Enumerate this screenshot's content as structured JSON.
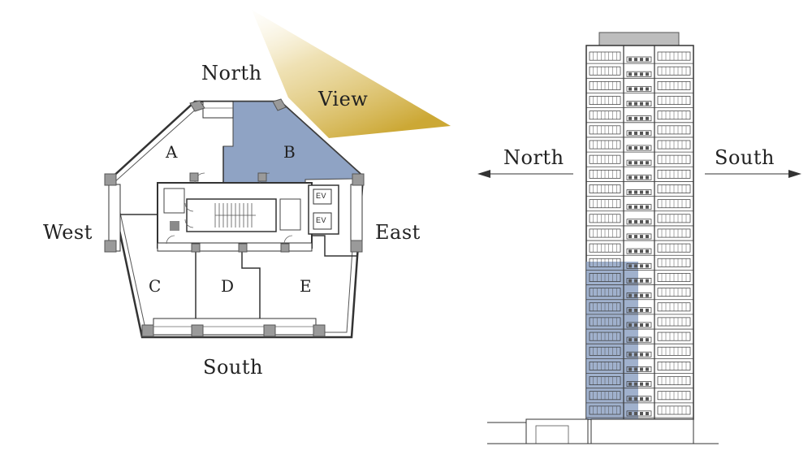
{
  "floorplan": {
    "directions": {
      "north": "North",
      "south": "South",
      "west": "West",
      "east": "East"
    },
    "view_label": "View",
    "units": [
      "A",
      "B",
      "C",
      "D",
      "E"
    ],
    "elevator_label": "EV",
    "highlighted_unit": "B"
  },
  "elevation": {
    "left_direction": "North",
    "right_direction": "South",
    "highlighted_floor_range": "lower floors, north side"
  },
  "colors": {
    "highlight": "#8fa3c4",
    "view_cone": "#d4b446",
    "line": "#333333"
  }
}
